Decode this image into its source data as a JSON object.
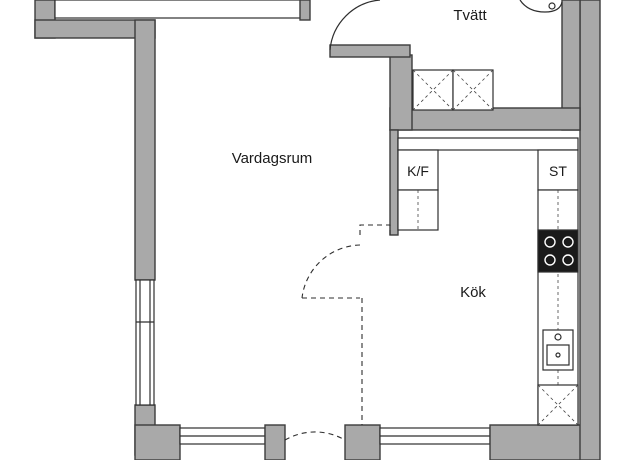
{
  "rooms": {
    "laundry": "Tvätt",
    "living_room": "Vardagsrum",
    "kitchen": "Kök"
  },
  "appliances": {
    "fridge_freezer": "K/F",
    "wardrobe": "ST"
  },
  "colors": {
    "wall_fill": "#a9a9a9",
    "wall_stroke": "#3c3c3c",
    "line": "#2e2e2e",
    "hob": "#1a1a1a",
    "background": "#ffffff"
  }
}
